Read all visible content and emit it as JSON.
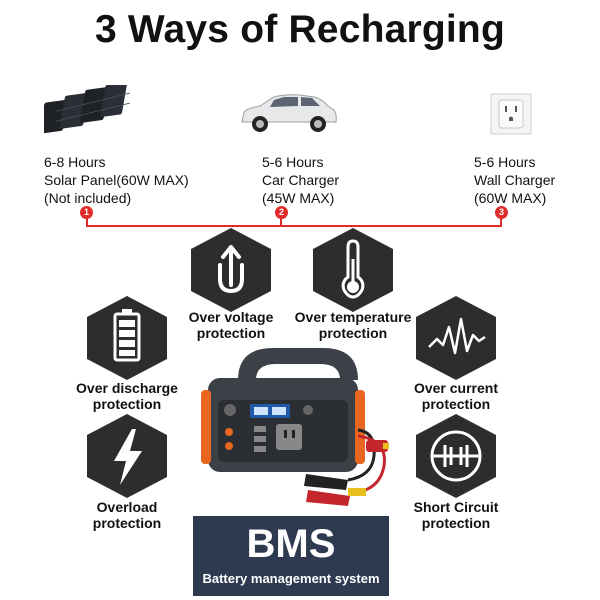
{
  "title": "3 Ways of Recharging",
  "methods": [
    {
      "number": "1",
      "lines": [
        "6-8 Hours",
        "Solar Panel(60W MAX)",
        "(Not included)"
      ],
      "icon": "solar-panel-icon"
    },
    {
      "number": "2",
      "lines": [
        "5-6 Hours",
        "Car Charger",
        "(45W MAX)"
      ],
      "icon": "car-icon"
    },
    {
      "number": "3",
      "lines": [
        "5-6 Hours",
        "Wall Charger",
        "(60W MAX)"
      ],
      "icon": "wall-outlet-icon"
    }
  ],
  "protections": [
    {
      "label": [
        "Over voltage",
        "protection"
      ],
      "icon": "u-turn-arrow-icon"
    },
    {
      "label": [
        "Over temperature",
        "protection"
      ],
      "icon": "thermometer-icon"
    },
    {
      "label": [
        "Over discharge",
        "protection"
      ],
      "icon": "battery-icon"
    },
    {
      "label": [
        "Over current",
        "protection"
      ],
      "icon": "current-wave-icon"
    },
    {
      "label": [
        "Overload",
        "protection"
      ],
      "icon": "lightning-icon"
    },
    {
      "label": [
        "Short Circuit",
        "protection"
      ],
      "icon": "short-circuit-icon"
    }
  ],
  "bms": {
    "title": "BMS",
    "subtitle": "Battery management system"
  },
  "colors": {
    "accent_red": "#e02b2b",
    "hex_dark": "#2d2d2d",
    "bms_navy": "#2e3a4f",
    "device_orange": "#e8661f",
    "device_gray": "#3c4047"
  }
}
